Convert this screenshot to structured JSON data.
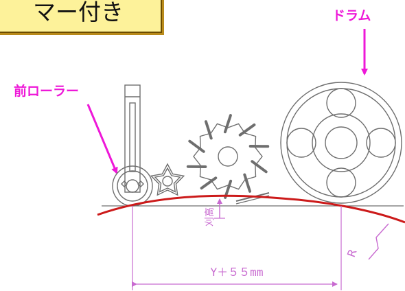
{
  "title": "マー付き",
  "labels": {
    "drum": "ドラム",
    "front_roller": "前ローラー",
    "cut_height": "刈高",
    "dimension": "Y＋５５mm",
    "radius": "R"
  },
  "colors": {
    "callout": "#ee18d8",
    "surface_line": "#cc1a1a",
    "drawing": "#6e6e6e",
    "dimension": "#d48ad8",
    "title_bg": "#fdf29a"
  }
}
